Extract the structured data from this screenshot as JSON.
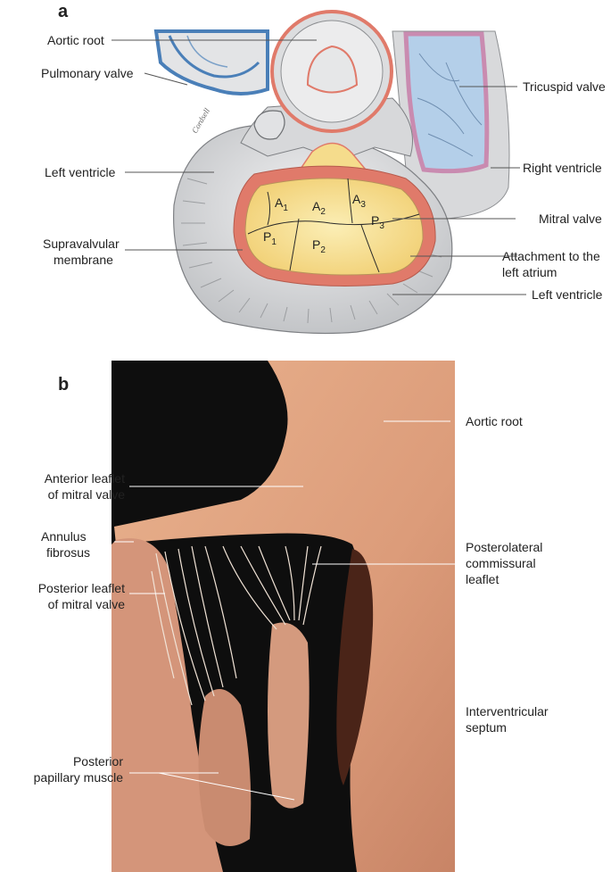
{
  "panel_a": {
    "letter": "a",
    "labels": {
      "aortic_root": "Aortic root",
      "pulmonary_valve": "Pulmonary valve",
      "left_ventricle_1": "Left ventricle",
      "supravalvular_1": "Supravalvular",
      "supravalvular_2": "membrane",
      "tricuspid_valve": "Tricuspid valve",
      "right_ventricle": "Right ventricle",
      "mitral_valve": "Mitral valve",
      "attachment_1": "Attachment to the",
      "attachment_2": "left atrium",
      "left_ventricle_2": "Left ventricle"
    },
    "scallops": {
      "a1": "A",
      "a1_sub": "1",
      "a2": "A",
      "a2_sub": "2",
      "a3": "A",
      "a3_sub": "3",
      "p1": "P",
      "p1_sub": "1",
      "p2": "P",
      "p2_sub": "2",
      "p3": "P",
      "p3_sub": "3"
    },
    "signature": "Cordsell"
  },
  "panel_b": {
    "letter": "b",
    "labels": {
      "aortic_root": "Aortic root",
      "anterior_1": "Anterior leaflet",
      "anterior_2": "of mitral valve",
      "annulus_1": "Annulus",
      "annulus_2": "fibrosus",
      "posterior_leaflet_1": "Posterior leaflet",
      "posterior_leaflet_2": "of mitral valve",
      "posterolateral_1": "Posterolateral",
      "posterolateral_2": "commissural",
      "posterolateral_3": "leaflet",
      "interventricular_1": "Interventricular",
      "interventricular_2": "septum",
      "papillary_1": "Posterior",
      "papillary_2": "papillary muscle"
    }
  },
  "colors": {
    "heart_gray": "#d9dadc",
    "annulus_red": "#e07a6a",
    "leaflet_yellow": "#f5dc8c",
    "tricuspid_blue": "#b4cfe9",
    "pulmonary_blue": "#4a7fb8",
    "tissue": "#e5a988",
    "background_dark": "#111111"
  }
}
